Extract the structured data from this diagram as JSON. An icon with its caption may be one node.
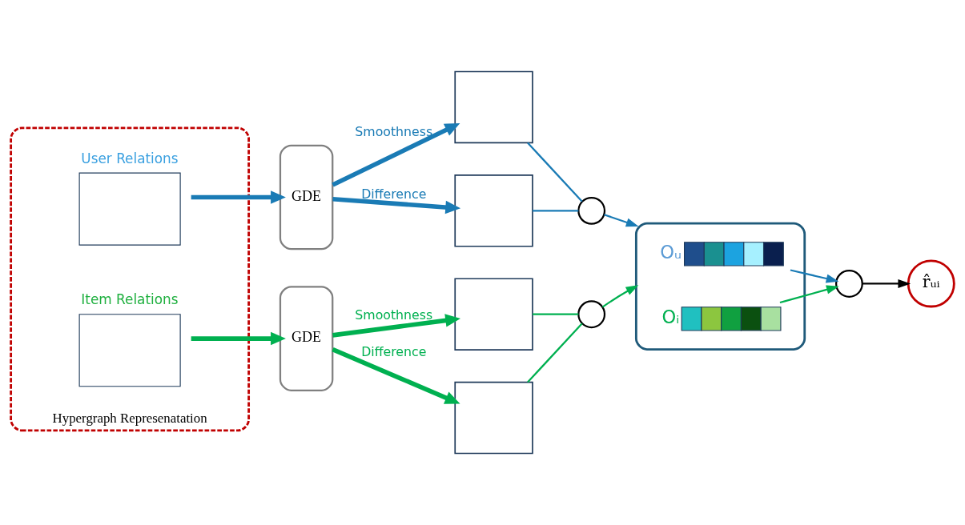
{
  "diagram": {
    "nodes": [
      {
        "text": [
          "Hypergraph Represenatation"
        ]
      },
      {
        "text": [
          "User Relations"
        ],
        "in": 0
      },
      {
        "text": [
          "Item Relations"
        ],
        "in": 0
      },
      {
        "text": [
          "GDE"
        ]
      },
      {
        "text": [
          "GDE"
        ]
      },
      {
        "text": [],
        "shape": "box"
      },
      {
        "text": [],
        "shape": "box"
      },
      {
        "text": [],
        "shape": "box"
      },
      {
        "text": [],
        "shape": "box"
      },
      {
        "text": [],
        "shape": "circle"
      },
      {
        "text": [],
        "shape": "circle"
      },
      {
        "text": [],
        "shape": "box"
      },
      {
        "text": [
          "Oᵤ"
        ],
        "in": 11
      },
      {
        "text": [
          "Oᵢ"
        ],
        "in": 11
      },
      {
        "text": [],
        "shape": "circle"
      },
      {
        "text": [
          "r̂ᵤᵢ"
        ]
      }
    ],
    "edges": [
      {
        "from": 1,
        "to": 3,
        "arrow": "to",
        "style": "thick",
        "color": "#1a7bb5"
      },
      {
        "from": 2,
        "to": 4,
        "arrow": "to",
        "style": "thick",
        "color": "#00b050"
      },
      {
        "from": 3,
        "to": 5,
        "arrow": "to",
        "label": "Smoothness",
        "style": "thick",
        "color": "#1a7bb5"
      },
      {
        "from": 3,
        "to": 6,
        "arrow": "to",
        "label": "Difference",
        "style": "thick",
        "color": "#1a7bb5"
      },
      {
        "from": 4,
        "to": 7,
        "arrow": "to",
        "label": "Smoothness",
        "style": "thick",
        "color": "#00b050"
      },
      {
        "from": 4,
        "to": 8,
        "arrow": "to",
        "label": "Difference",
        "style": "thick",
        "color": "#00b050"
      },
      {
        "from": 5,
        "to": 9,
        "arrow": "none",
        "color": "#1a7bb5"
      },
      {
        "from": 6,
        "to": 9,
        "arrow": "none",
        "color": "#1a7bb5"
      },
      {
        "from": 7,
        "to": 10,
        "arrow": "none",
        "color": "#00b050"
      },
      {
        "from": 8,
        "to": 10,
        "arrow": "none",
        "color": "#00b050"
      },
      {
        "from": 9,
        "to": 11,
        "arrow": "to",
        "color": "#1a7bb5"
      },
      {
        "from": 10,
        "to": 11,
        "arrow": "to",
        "color": "#00b050"
      },
      {
        "from": 12,
        "to": 14,
        "arrow": "to",
        "color": "#1a7bb5"
      },
      {
        "from": 13,
        "to": 14,
        "arrow": "to",
        "color": "#00b050"
      },
      {
        "from": 14,
        "to": 15,
        "arrow": "to",
        "color": "#000000"
      }
    ]
  }
}
